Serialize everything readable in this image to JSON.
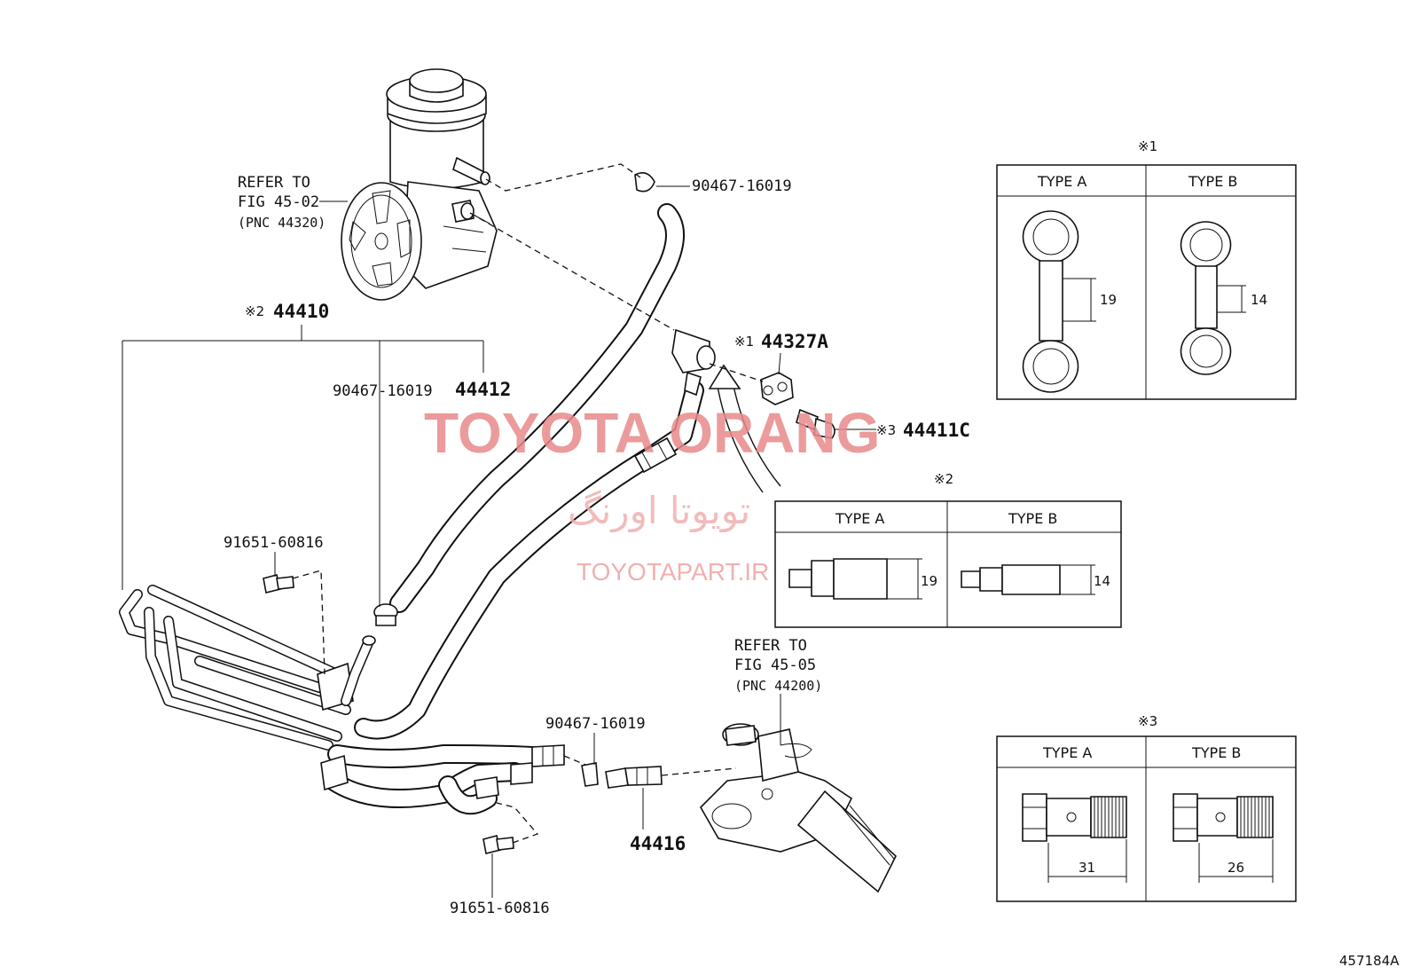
{
  "refs": {
    "pump": {
      "line1": "REFER TO",
      "line2": "FIG 45-02",
      "line3": "(PNC 44320)"
    },
    "gear": {
      "line1": "REFER TO",
      "line2": "FIG 45-05",
      "line3": "(PNC 44200)"
    }
  },
  "parts": {
    "clamp_top": "90467-16019",
    "assy_mark": "※2",
    "assy": "44410",
    "clamp_mid": "90467-16019",
    "hose": "44412",
    "gasket_mark": "※1",
    "gasket": "44327A",
    "bolt_mark": "※3",
    "bolt": "44411C",
    "bolt_upper": "91651-60816",
    "clamp_low": "90467-16019",
    "union": "44416",
    "bolt_lower": "91651-60816"
  },
  "inset1": {
    "mark": "※1",
    "type_a": "TYPE A",
    "type_b": "TYPE B",
    "dim_a": "19",
    "dim_b": "14"
  },
  "inset2": {
    "mark": "※2",
    "type_a": "TYPE A",
    "type_b": "TYPE B",
    "dim_a": "19",
    "dim_b": "14"
  },
  "inset3": {
    "mark": "※3",
    "type_a": "TYPE A",
    "type_b": "TYPE B",
    "dim_a": "31",
    "dim_b": "26"
  },
  "watermark": {
    "line1": "TOYOTA ORANG",
    "line2": "تویوتا اورنگ",
    "line3": "TOYOTAPART.IR"
  },
  "figure_id": "457184A"
}
